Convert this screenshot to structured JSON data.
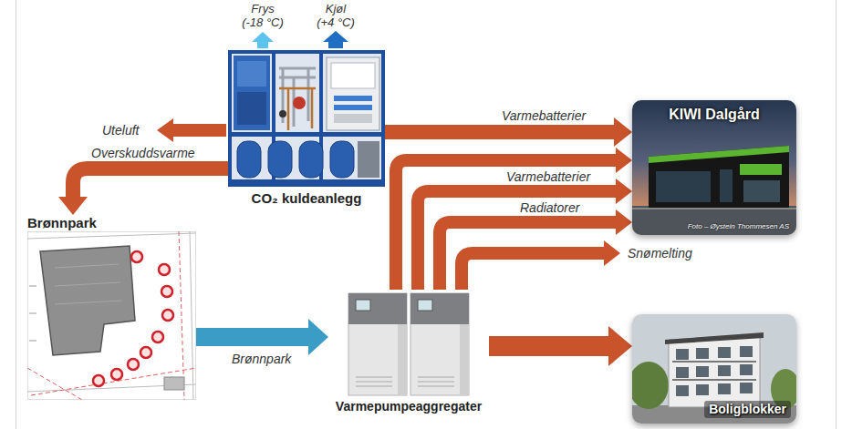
{
  "diagram": {
    "nodes": [
      {
        "text": [
          "CO₂ kuldeanlegg"
        ]
      },
      {
        "text": [
          "Brønnpark"
        ]
      },
      {
        "text": [
          "Varmepumpeaggregater"
        ]
      },
      {
        "text": [
          "KIWI Dalgård",
          "Foto – Øystein Thommesen AS"
        ]
      },
      {
        "text": [
          "Boligblokker"
        ]
      }
    ],
    "edges": [
      {
        "from": 0,
        "to": 1,
        "arrow": "to",
        "label": "Overskuddsvarme"
      },
      {
        "from": 0,
        "to": 3,
        "arrow": "to",
        "label": "Varmebatterier"
      },
      {
        "from": 1,
        "to": 2,
        "arrow": "to",
        "label": "Brønnpark"
      },
      {
        "from": 2,
        "to": 3,
        "arrow": "to"
      },
      {
        "from": 2,
        "to": 3,
        "arrow": "to",
        "label": "Varmebatterier"
      },
      {
        "from": 2,
        "to": 3,
        "arrow": "to",
        "label": "Radiatorer"
      },
      {
        "from": 2,
        "to": 4,
        "arrow": "to"
      }
    ],
    "labels": [
      "Frys (-18 °C)",
      "Kjøl (+4 °C)",
      "Uteluft",
      "Snømelting"
    ]
  }
}
